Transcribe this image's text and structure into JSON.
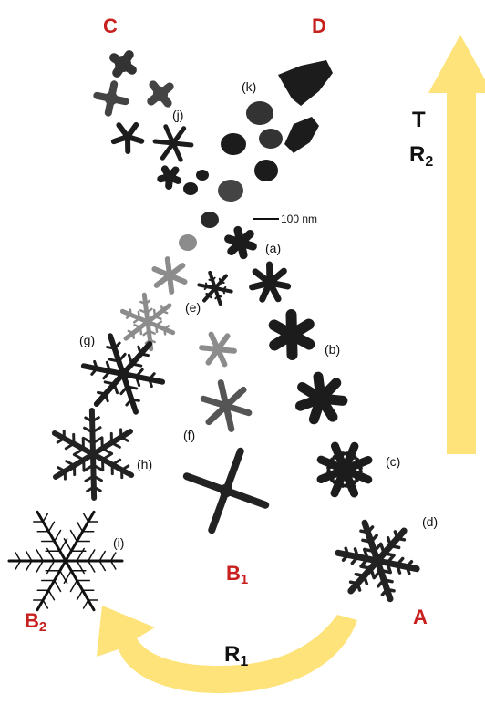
{
  "corners": {
    "C": "C",
    "D": "D",
    "A": "A",
    "B1_main": "B",
    "B1_sub": "1",
    "B2_main": "B",
    "B2_sub": "2"
  },
  "routes": {
    "T": "T",
    "R2_main": "R",
    "R2_sub": "2",
    "R1_main": "R",
    "R1_sub": "1"
  },
  "panel_labels": [
    "(a)",
    "(b)",
    "(c)",
    "(d)",
    "(e)",
    "(f)",
    "(g)",
    "(h)",
    "(i)",
    "(j)",
    "(k)"
  ],
  "scale_bar": "100 nm",
  "colors": {
    "arrow_fill": "#fde37a",
    "label_red": "#c8201e",
    "particle_dark": "#1c1c1c",
    "particle_gray": "#8c8c8c"
  }
}
